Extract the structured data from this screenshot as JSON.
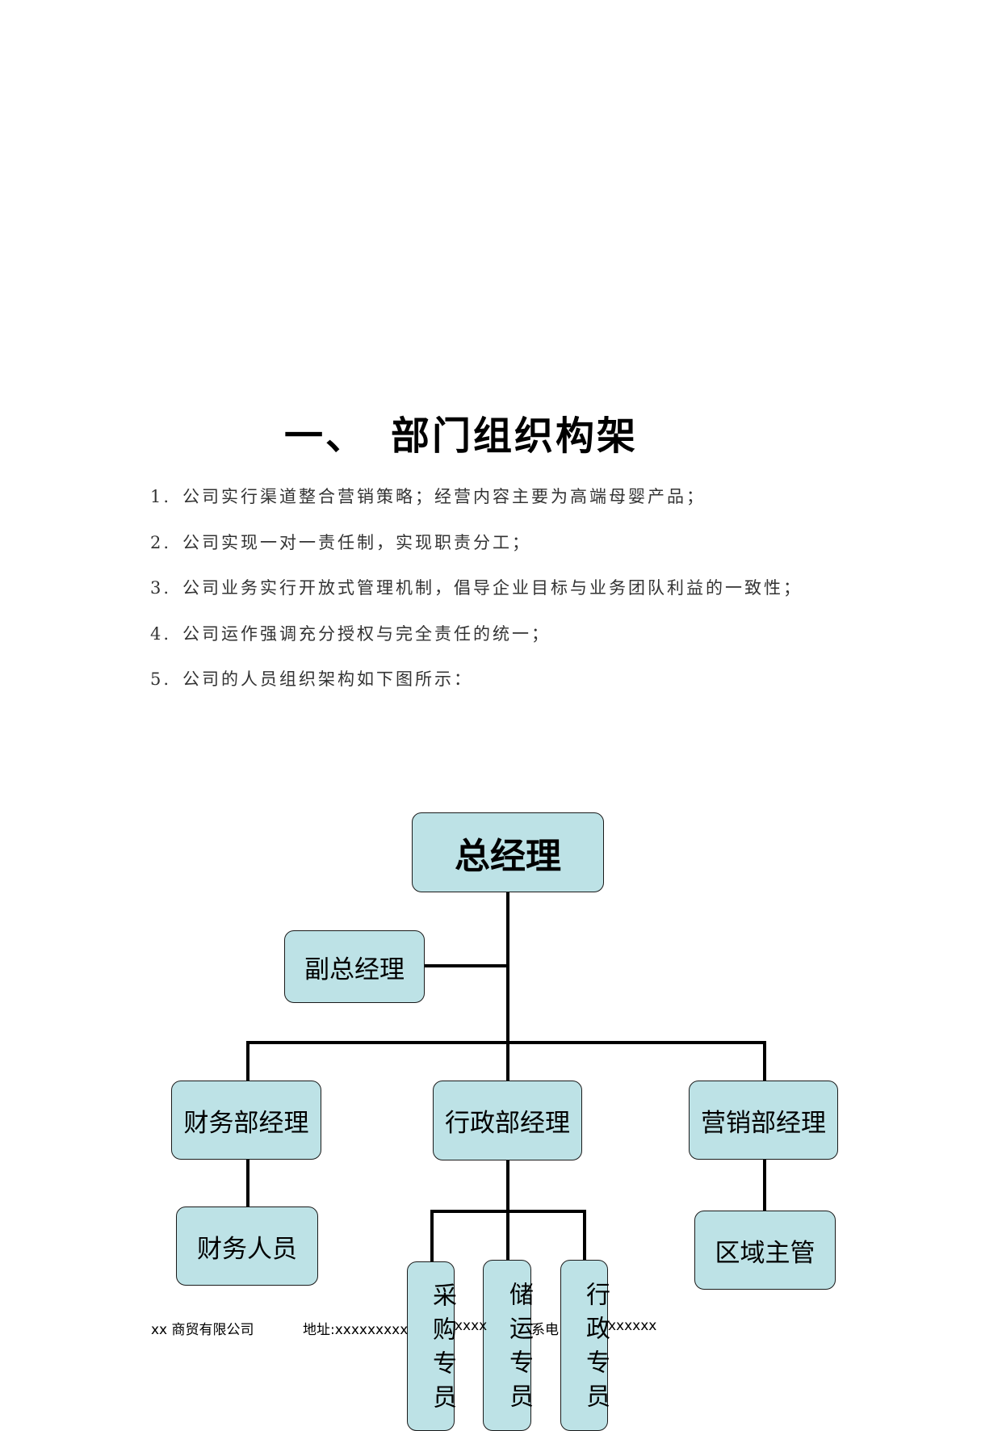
{
  "heading": {
    "number": "一、",
    "text": "部门组织构架"
  },
  "items": [
    {
      "n": "1.",
      "text": "公司实行渠道整合营销策略；经营内容主要为高端母婴产品；"
    },
    {
      "n": "2.",
      "text": "公司实现一对一责任制，实现职责分工；"
    },
    {
      "n": "3.",
      "text": "公司业务实行开放式管理机制，倡导企业目标与业务团队利益的一致性；"
    },
    {
      "n": "4.",
      "text": "公司运作强调充分授权与完全责任的统一；"
    },
    {
      "n": "5.",
      "text": "公司的人员组织架构如下图所示："
    }
  ],
  "org": {
    "general_manager": "总经理",
    "deputy_gm": "副总经理",
    "finance_manager": "财务部经理",
    "admin_manager": "行政部经理",
    "sales_manager": "营销部经理",
    "finance_staff": "财务人员",
    "regional_supervisor": "区域主管",
    "procurement": "采购专员",
    "logistics": "储运专员",
    "admin_specialist": "行政专员"
  },
  "footer": {
    "company": "xx 商贸有限公司",
    "address": "地址:xxxxxxxxx",
    "address_tail": "xxxx",
    "phone_fragment": "系电",
    "phone_tail": "xxxxxx"
  },
  "colors": {
    "box_fill": "#bde2e6",
    "line": "#000000"
  }
}
